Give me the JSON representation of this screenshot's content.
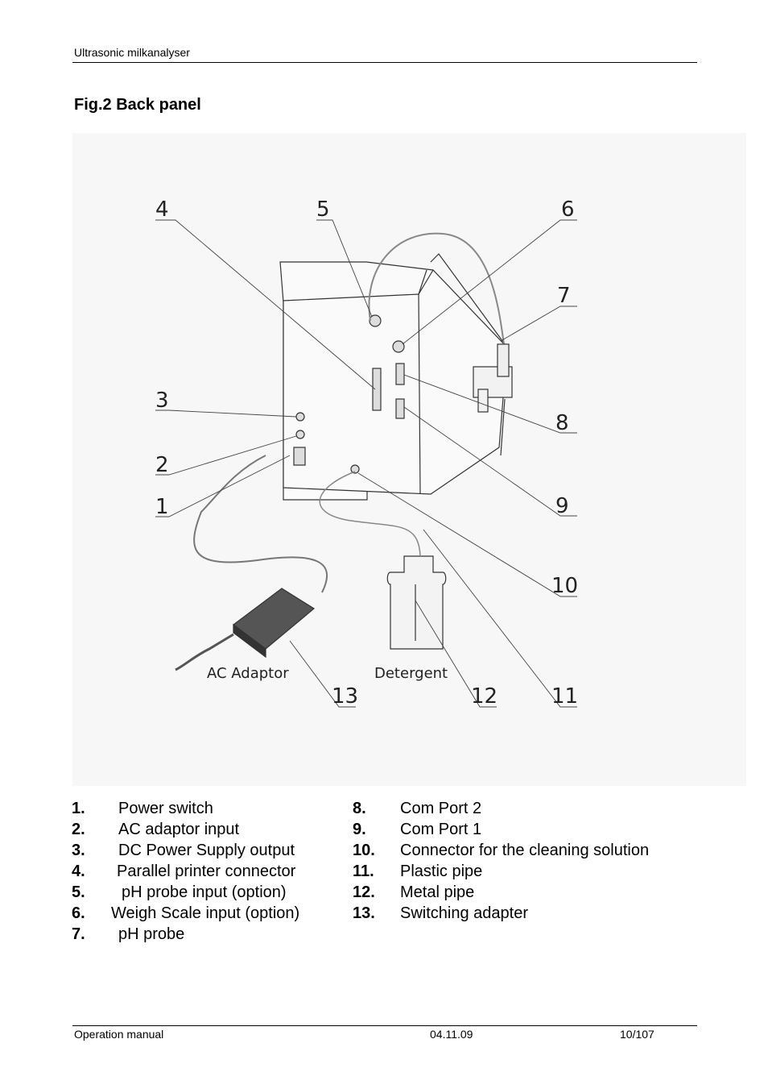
{
  "header": {
    "title": "Ultrasonic milkanalyser"
  },
  "figure": {
    "title": "Fig.2 Back panel",
    "callouts": [
      "1",
      "2",
      "3",
      "4",
      "5",
      "6",
      "7",
      "8",
      "9",
      "10",
      "11",
      "12",
      "13"
    ],
    "texts": {
      "ac_adaptor": "AC Adaptor",
      "detergent": "Detergent"
    }
  },
  "legend": {
    "left": [
      {
        "num": "1.",
        "label": "Power switch"
      },
      {
        "num": "2.",
        "label": "AC adaptor input"
      },
      {
        "num": "3.",
        "label": "DC Power Supply output"
      },
      {
        "num": "4.",
        "label": "Parallel printer connector"
      },
      {
        "num": "5.",
        "label": "pH probe input (option)"
      },
      {
        "num": "6.",
        "label": "Weigh Scale input (option)"
      },
      {
        "num": "7.",
        "label": "pH probe"
      }
    ],
    "right": [
      {
        "num": "8.",
        "label": "Com Port 2"
      },
      {
        "num": "9.",
        "label": "Com Port 1"
      },
      {
        "num": "10.",
        "label": "Connector for the cleaning solution"
      },
      {
        "num": "11.",
        "label": "Plastic pipe"
      },
      {
        "num": "12.",
        "label": "Metal pipe"
      },
      {
        "num": "13.",
        "label": "Switching adapter"
      }
    ]
  },
  "footer": {
    "left": "Operation manual",
    "center": "04.11.09",
    "right": "10/107"
  }
}
